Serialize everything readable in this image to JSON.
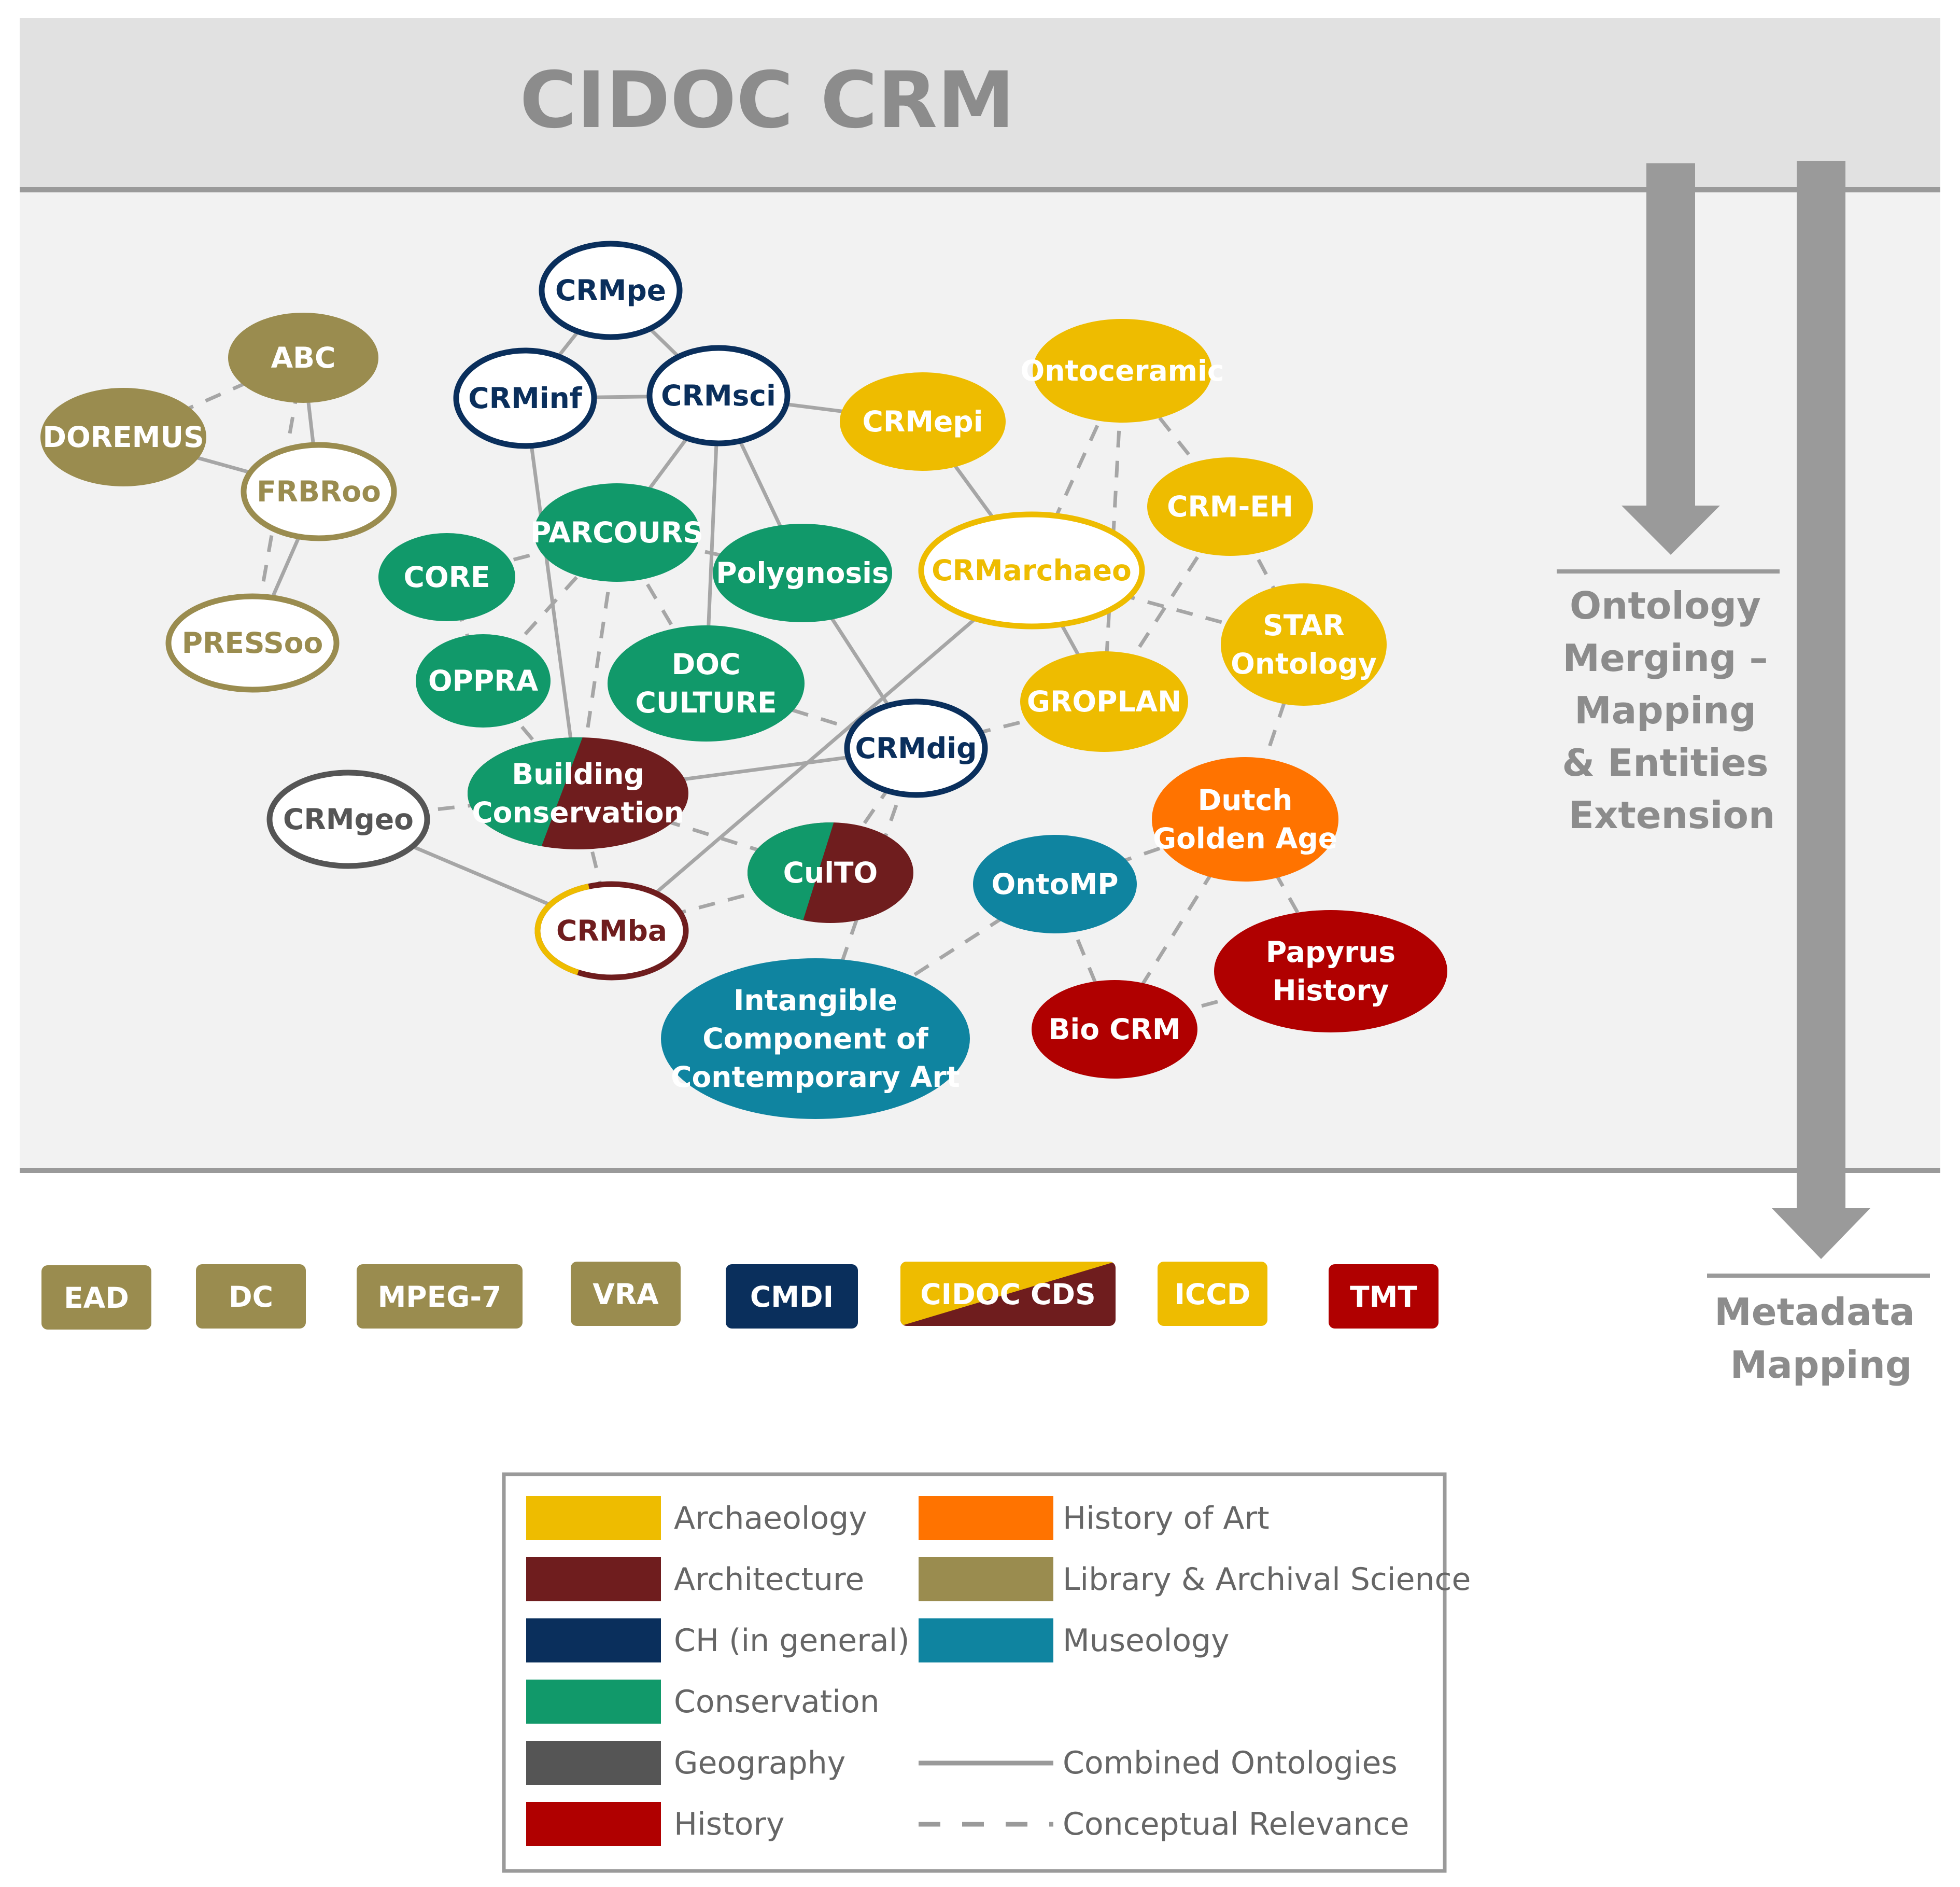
{
  "title": "CIDOC CRM",
  "colors": {
    "archaeology": "#eebc00",
    "architecture": "#6f1d1e",
    "ch_general": "#0a2f5c",
    "conservation": "#11996a",
    "geography": "#555555",
    "history": "#b00000",
    "history_of_art": "#ff7300",
    "library": "#9a8c4f",
    "museology": "#0f84a0",
    "arrow": "#9a9a9a"
  },
  "side_labels": {
    "ontology": [
      "Ontology",
      "Merging –",
      "Mapping",
      "& Entities",
      "Extension"
    ],
    "metadata": [
      "Metadata",
      "Mapping"
    ]
  },
  "nodes": [
    {
      "id": "crmpe",
      "lines": [
        "CRMpe"
      ],
      "style": "outline",
      "color": "ch_general"
    },
    {
      "id": "crminf",
      "lines": [
        "CRMinf"
      ],
      "style": "outline",
      "color": "ch_general"
    },
    {
      "id": "crmsci",
      "lines": [
        "CRMsci"
      ],
      "style": "outline",
      "color": "ch_general"
    },
    {
      "id": "abc",
      "lines": [
        "ABC"
      ],
      "style": "fill",
      "color": "library"
    },
    {
      "id": "doremus",
      "lines": [
        "DOREMUS"
      ],
      "style": "fill",
      "color": "library"
    },
    {
      "id": "frbroo",
      "lines": [
        "FRBRoo"
      ],
      "style": "outline",
      "color": "library"
    },
    {
      "id": "pressoo",
      "lines": [
        "PRESSoo"
      ],
      "style": "outline",
      "color": "library"
    },
    {
      "id": "parcours",
      "lines": [
        "PARCOURS"
      ],
      "style": "fill",
      "color": "conservation"
    },
    {
      "id": "core",
      "lines": [
        "CORE"
      ],
      "style": "fill",
      "color": "conservation"
    },
    {
      "id": "polygnosis",
      "lines": [
        "Polygnosis"
      ],
      "style": "fill",
      "color": "conservation"
    },
    {
      "id": "oppra",
      "lines": [
        "OPPRA"
      ],
      "style": "fill",
      "color": "conservation"
    },
    {
      "id": "docculture",
      "lines": [
        "DOC",
        "CULTURE"
      ],
      "style": "fill",
      "color": "conservation"
    },
    {
      "id": "building",
      "lines": [
        "Building",
        "Conservation"
      ],
      "style": "split",
      "color": "conservation",
      "color2": "architecture"
    },
    {
      "id": "crmgeo",
      "lines": [
        "CRMgeo"
      ],
      "style": "outline",
      "color": "geography"
    },
    {
      "id": "crmdig",
      "lines": [
        "CRMdig"
      ],
      "style": "outline",
      "color": "ch_general"
    },
    {
      "id": "culto",
      "lines": [
        "CulTO"
      ],
      "style": "split",
      "color": "conservation",
      "color2": "architecture"
    },
    {
      "id": "crmba",
      "lines": [
        "CRMba"
      ],
      "style": "outline-split",
      "color": "archaeology",
      "color2": "architecture"
    },
    {
      "id": "crmepi",
      "lines": [
        "CRMepi"
      ],
      "style": "fill",
      "color": "archaeology"
    },
    {
      "id": "ontoceramic",
      "lines": [
        "Ontoceramic"
      ],
      "style": "fill",
      "color": "archaeology"
    },
    {
      "id": "crmeh",
      "lines": [
        "CRM-EH"
      ],
      "style": "fill",
      "color": "archaeology"
    },
    {
      "id": "crmarchaeo",
      "lines": [
        "CRMarchaeo"
      ],
      "style": "outline",
      "color": "archaeology"
    },
    {
      "id": "star",
      "lines": [
        "STAR",
        "Ontology"
      ],
      "style": "fill",
      "color": "archaeology"
    },
    {
      "id": "groplan",
      "lines": [
        "GROPLAN"
      ],
      "style": "fill",
      "color": "archaeology"
    },
    {
      "id": "dutch",
      "lines": [
        "Dutch",
        "Golden Age"
      ],
      "style": "fill",
      "color": "history_of_art"
    },
    {
      "id": "ontomp",
      "lines": [
        "OntoMP"
      ],
      "style": "fill",
      "color": "museology"
    },
    {
      "id": "papyrus",
      "lines": [
        "Papyrus",
        "History"
      ],
      "style": "fill",
      "color": "history"
    },
    {
      "id": "biocrm",
      "lines": [
        "Bio CRM"
      ],
      "style": "fill",
      "color": "history"
    },
    {
      "id": "intangible",
      "lines": [
        "Intangible",
        "Component of",
        "Contemporary Art"
      ],
      "style": "fill",
      "color": "museology"
    }
  ],
  "edges_combined": [
    [
      "crmpe",
      "crminf"
    ],
    [
      "crmpe",
      "crmsci"
    ],
    [
      "crminf",
      "crmsci"
    ],
    [
      "crmsci",
      "crmepi"
    ],
    [
      "crmsci",
      "parcours"
    ],
    [
      "crmsci",
      "polygnosis"
    ],
    [
      "crmsci",
      "docculture"
    ],
    [
      "crminf",
      "building"
    ],
    [
      "abc",
      "frbroo"
    ],
    [
      "doremus",
      "frbroo"
    ],
    [
      "frbroo",
      "pressoo"
    ],
    [
      "polygnosis",
      "crmdig"
    ],
    [
      "crmepi",
      "crmarchaeo"
    ],
    [
      "building",
      "crmdig"
    ],
    [
      "crmgeo",
      "crmba"
    ],
    [
      "crmarchaeo",
      "crmba"
    ],
    [
      "crmarchaeo",
      "groplan"
    ]
  ],
  "edges_conceptual": [
    [
      "abc",
      "doremus"
    ],
    [
      "abc",
      "pressoo"
    ],
    [
      "parcours",
      "core"
    ],
    [
      "parcours",
      "building"
    ],
    [
      "parcours",
      "oppra"
    ],
    [
      "parcours",
      "polygnosis"
    ],
    [
      "parcours",
      "docculture"
    ],
    [
      "core",
      "oppra"
    ],
    [
      "oppra",
      "building"
    ],
    [
      "docculture",
      "crmdig"
    ],
    [
      "crmgeo",
      "building"
    ],
    [
      "building",
      "crmba"
    ],
    [
      "building",
      "culto"
    ],
    [
      "crmba",
      "culto"
    ],
    [
      "culto",
      "crmdig"
    ],
    [
      "crmdig",
      "groplan"
    ],
    [
      "crmdig",
      "intangible"
    ],
    [
      "ontoceramic",
      "crmeh"
    ],
    [
      "ontoceramic",
      "crmarchaeo"
    ],
    [
      "ontoceramic",
      "groplan"
    ],
    [
      "crmeh",
      "groplan"
    ],
    [
      "crmeh",
      "star"
    ],
    [
      "crmarchaeo",
      "star"
    ],
    [
      "star",
      "dutch"
    ],
    [
      "dutch",
      "ontomp"
    ],
    [
      "dutch",
      "biocrm"
    ],
    [
      "dutch",
      "papyrus"
    ],
    [
      "ontomp",
      "intangible"
    ],
    [
      "ontomp",
      "biocrm"
    ],
    [
      "biocrm",
      "papyrus"
    ]
  ],
  "badges": [
    {
      "id": "ead",
      "label": "EAD",
      "color": "library"
    },
    {
      "id": "dc",
      "label": "DC",
      "color": "library"
    },
    {
      "id": "mpeg7",
      "label": "MPEG-7",
      "color": "library"
    },
    {
      "id": "vra",
      "label": "VRA",
      "color": "library"
    },
    {
      "id": "cmdi",
      "label": "CMDI",
      "color": "ch_general"
    },
    {
      "id": "cidoccds",
      "label": "CIDOC CDS",
      "color": "archaeology",
      "color2": "architecture"
    },
    {
      "id": "iccd",
      "label": "ICCD",
      "color": "archaeology"
    },
    {
      "id": "tmt",
      "label": "TMT",
      "color": "history"
    }
  ],
  "legend": {
    "left": [
      {
        "label": "Archaeology",
        "color": "archaeology"
      },
      {
        "label": "Architecture",
        "color": "architecture"
      },
      {
        "label": "CH (in general)",
        "color": "ch_general"
      },
      {
        "label": "Conservation",
        "color": "conservation"
      },
      {
        "label": "Geography",
        "color": "geography"
      },
      {
        "label": "History",
        "color": "history"
      }
    ],
    "right": [
      {
        "label": "History of Art",
        "color": "history_of_art"
      },
      {
        "label": "Library & Archival Science",
        "color": "library"
      },
      {
        "label": "Museology",
        "color": "museology"
      }
    ],
    "lines": [
      {
        "label": "Combined Ontologies",
        "type": "solid"
      },
      {
        "label": "Conceptual Relevance",
        "type": "dashed"
      }
    ]
  }
}
